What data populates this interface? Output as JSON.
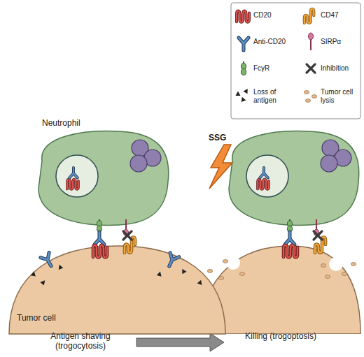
{
  "diagram": {
    "nodes": [
      {
        "text": [
          "Neutrophil"
        ]
      },
      {
        "text": [
          "SSG"
        ]
      },
      {
        "text": [
          "Tumor cell"
        ]
      }
    ],
    "labels": [
      "Antigen shaving (trogocytosis)",
      "Killing (trogoptosis)"
    ],
    "legend": [
      {
        "text": "CD20"
      },
      {
        "text": "CD47"
      },
      {
        "text": "Anti-CD20"
      },
      {
        "text": "SIRPα"
      },
      {
        "text": "FcγR"
      },
      {
        "text": "Inhibition"
      },
      {
        "text": "Loss of antigen"
      },
      {
        "text": "Tumor cell lysis"
      }
    ]
  }
}
